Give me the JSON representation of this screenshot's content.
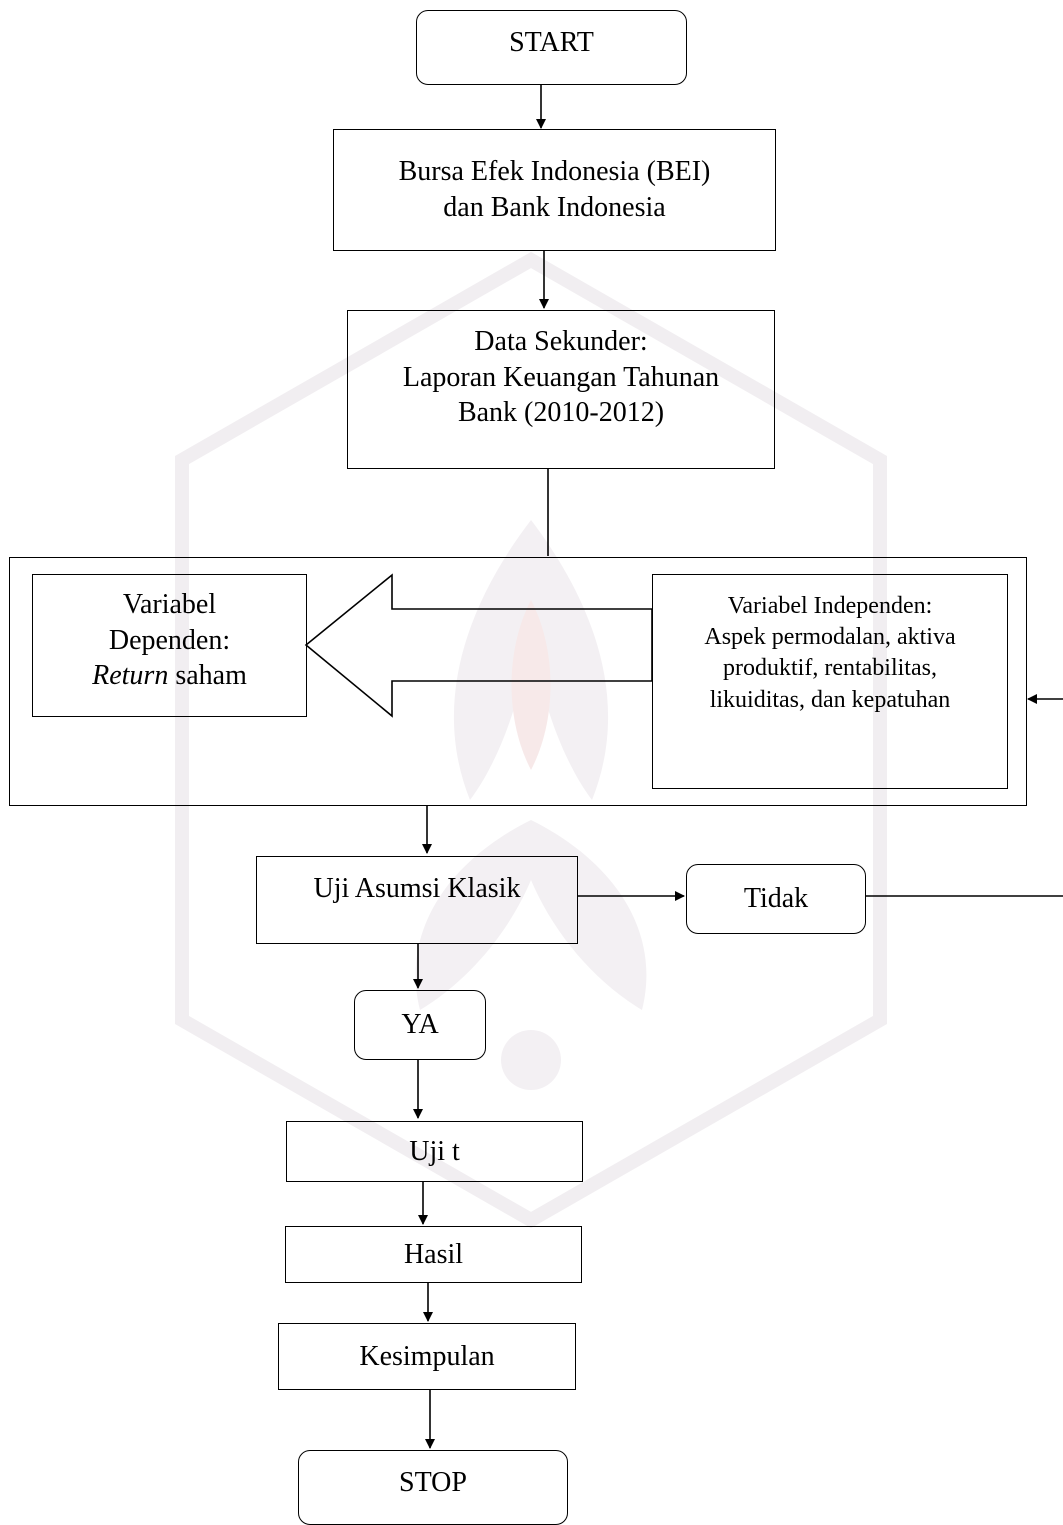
{
  "nodes": {
    "start": "START",
    "source_line1": "Bursa Efek Indonesia (BEI)",
    "source_line2": "dan Bank Indonesia",
    "data_line1": "Data Sekunder:",
    "data_line2": "Laporan Keuangan Tahunan",
    "data_line3": "Bank (2010-2012)",
    "dependent_line1": "Variabel",
    "dependent_line2": "Dependen:",
    "dependent_line3_italic": "Return",
    "dependent_line3_rest": " saham",
    "independent_line1": "Variabel Independen:",
    "independent_line2": "Aspek permodalan, aktiva",
    "independent_line3": "produktif, rentabilitas,",
    "independent_line4": "likuiditas, dan kepatuhan",
    "classic_test": "Uji Asumsi Klasik",
    "no": "Tidak",
    "yes": "YA",
    "t_test": "Uji t",
    "result": "Hasil",
    "conclusion": "Kesimpulan",
    "stop": "STOP"
  },
  "colors": {
    "stroke": "#000000",
    "watermark": "#f1eef1",
    "watermark_red": "#f7e9e9"
  }
}
